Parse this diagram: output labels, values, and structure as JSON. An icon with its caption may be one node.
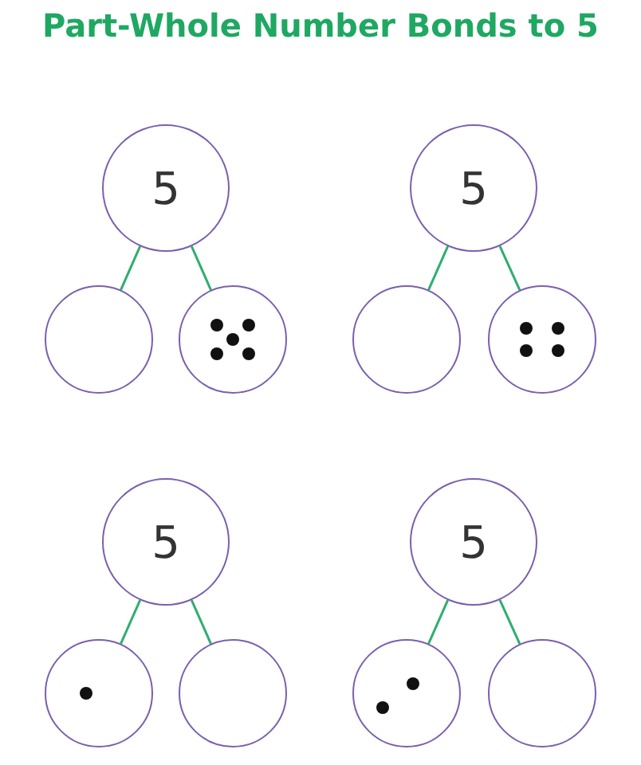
{
  "diagram": {
    "title": "Part-Whole Number Bonds to 5",
    "nodes": [
      {
        "text": [
          "5"
        ]
      },
      {
        "text": [],
        "shape": "circle"
      },
      {
        "text": [],
        "shape": "circle"
      },
      {
        "text": [
          "5"
        ]
      },
      {
        "text": [],
        "shape": "circle"
      },
      {
        "text": [],
        "shape": "circle"
      },
      {
        "text": [
          "5"
        ]
      },
      {
        "text": [],
        "shape": "circle"
      },
      {
        "text": [],
        "shape": "circle"
      },
      {
        "text": [
          "5"
        ]
      },
      {
        "text": [],
        "shape": "circle"
      },
      {
        "text": [],
        "shape": "circle"
      }
    ],
    "edges": [
      {
        "from": 0,
        "to": 1,
        "arrow": "none"
      },
      {
        "from": 0,
        "to": 2,
        "arrow": "none"
      },
      {
        "from": 3,
        "to": 4,
        "arrow": "none"
      },
      {
        "from": 3,
        "to": 5,
        "arrow": "none"
      },
      {
        "from": 6,
        "to": 7,
        "arrow": "none"
      },
      {
        "from": 6,
        "to": 8,
        "arrow": "none"
      },
      {
        "from": 9,
        "to": 10,
        "arrow": "none"
      },
      {
        "from": 9,
        "to": 11,
        "arrow": "none"
      }
    ]
  }
}
